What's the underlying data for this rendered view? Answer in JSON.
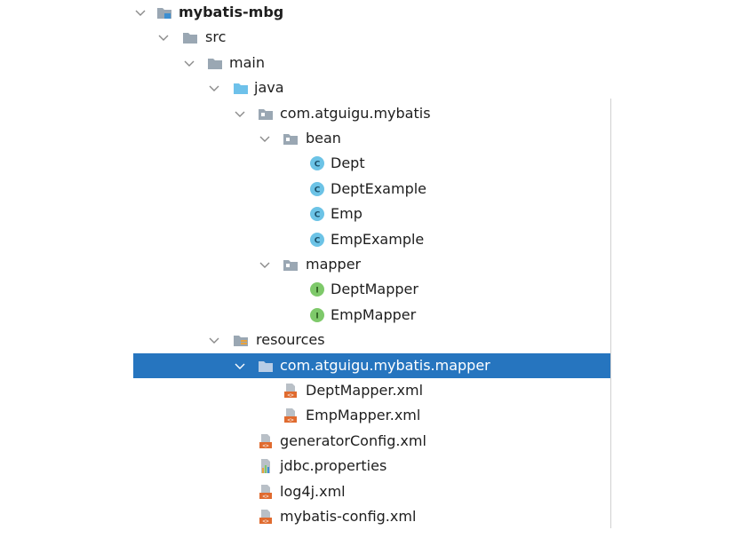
{
  "colors": {
    "folder": "#9aa7b3",
    "source_folder": "#6ec1ea",
    "resource_folder": "#9aa7b3",
    "class_icon": "#6cc3e6",
    "interface_icon": "#7ec96a",
    "xml_icon": "#e06b2f",
    "selection": "#2675bf"
  },
  "tree": [
    {
      "label": "mybatis-mbg",
      "icon": "module-folder-icon",
      "expanded": true,
      "bold": true
    },
    {
      "label": "src",
      "icon": "folder-icon",
      "expanded": true
    },
    {
      "label": "main",
      "icon": "folder-icon",
      "expanded": true
    },
    {
      "label": "java",
      "icon": "source-folder-icon",
      "expanded": true
    },
    {
      "label": "com.atguigu.mybatis",
      "icon": "package-icon",
      "expanded": true
    },
    {
      "label": "bean",
      "icon": "package-icon",
      "expanded": true
    },
    {
      "label": "Dept",
      "icon": "class-icon"
    },
    {
      "label": "DeptExample",
      "icon": "class-icon"
    },
    {
      "label": "Emp",
      "icon": "class-icon"
    },
    {
      "label": "EmpExample",
      "icon": "class-icon"
    },
    {
      "label": "mapper",
      "icon": "package-icon",
      "expanded": true
    },
    {
      "label": "DeptMapper",
      "icon": "interface-icon"
    },
    {
      "label": "EmpMapper",
      "icon": "interface-icon"
    },
    {
      "label": "resources",
      "icon": "resources-folder-icon",
      "expanded": true
    },
    {
      "label": "com.atguigu.mybatis.mapper",
      "icon": "folder-icon",
      "expanded": true,
      "selected": true
    },
    {
      "label": "DeptMapper.xml",
      "icon": "xml-file-icon"
    },
    {
      "label": "EmpMapper.xml",
      "icon": "xml-file-icon"
    },
    {
      "label": "generatorConfig.xml",
      "icon": "xml-file-icon"
    },
    {
      "label": "jdbc.properties",
      "icon": "properties-file-icon"
    },
    {
      "label": "log4j.xml",
      "icon": "xml-file-icon"
    },
    {
      "label": "mybatis-config.xml",
      "icon": "xml-file-icon"
    }
  ]
}
